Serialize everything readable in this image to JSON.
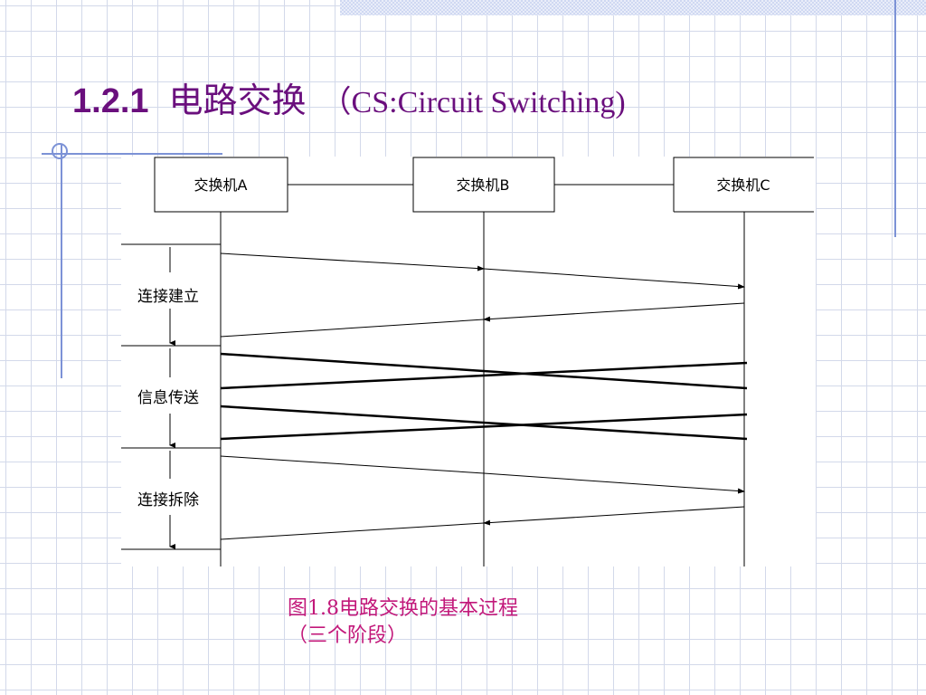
{
  "slide": {
    "title_number": "1.2.1",
    "title_cn": "电路交换",
    "title_en": "（CS:Circuit Switching)"
  },
  "diagram": {
    "nodes": [
      "交换机A",
      "交换机B",
      "交换机C"
    ],
    "phases": [
      "连接建立",
      "信息传送",
      "连接拆除"
    ]
  },
  "caption": {
    "line1": "图1.8电路交换的基本过程",
    "line2": "（三个阶段）"
  },
  "colors": {
    "title": "#6a0f7d",
    "caption": "#c2187a",
    "grid": "#d3d9ea",
    "decoration": "#7c92d6"
  }
}
